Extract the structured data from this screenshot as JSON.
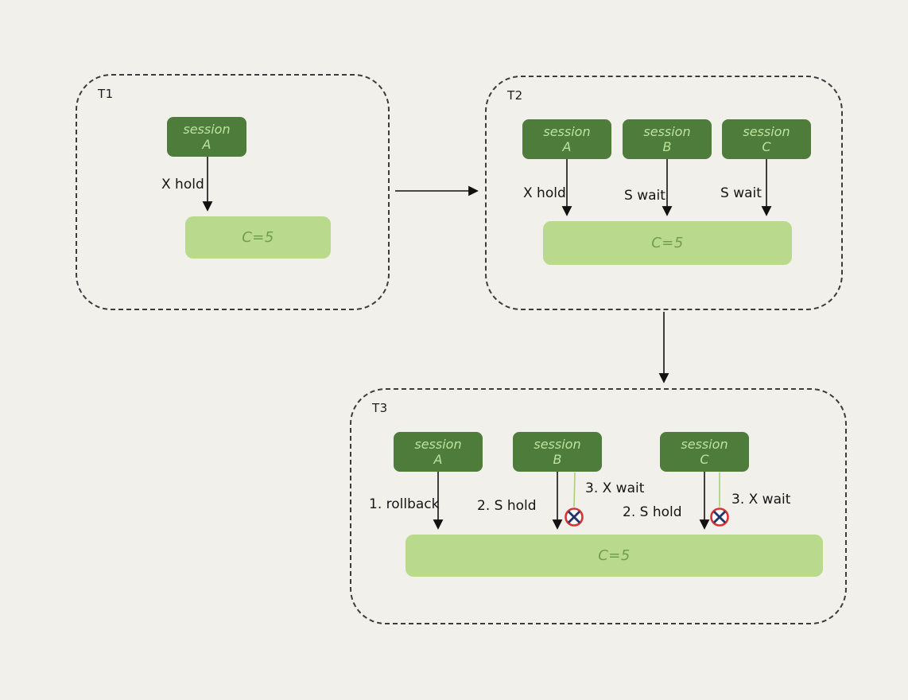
{
  "colors": {
    "background": "#f2f0ea",
    "frame_border": "#3c3c3c",
    "session_box": "#4e7c3b",
    "session_text": "#bce39d",
    "value_box": "#b9d98c",
    "value_text": "#6f9e48",
    "arrow": "#111111",
    "wait_line": "#a8cf7e",
    "blocked_ring": "#d63333",
    "blocked_cross": "#20356e"
  },
  "t1": {
    "label": "T1",
    "sessions": [
      {
        "line1": "session",
        "line2": "A",
        "arrow_label": "X hold"
      }
    ],
    "value": "C=5"
  },
  "t2": {
    "label": "T2",
    "sessions": [
      {
        "line1": "session",
        "line2": "A",
        "arrow_label": "X hold"
      },
      {
        "line1": "session",
        "line2": "B",
        "arrow_label": "S wait"
      },
      {
        "line1": "session",
        "line2": "C",
        "arrow_label": "S wait"
      }
    ],
    "value": "C=5"
  },
  "t3": {
    "label": "T3",
    "sessions": [
      {
        "line1": "session",
        "line2": "A",
        "arrow_label": "1. rollback"
      },
      {
        "line1": "session",
        "line2": "B",
        "arrow_label": "2. S hold",
        "wait_label": "3. X wait"
      },
      {
        "line1": "session",
        "line2": "C",
        "arrow_label": "2. S hold",
        "wait_label": "3. X wait"
      }
    ],
    "value": "C=5"
  }
}
